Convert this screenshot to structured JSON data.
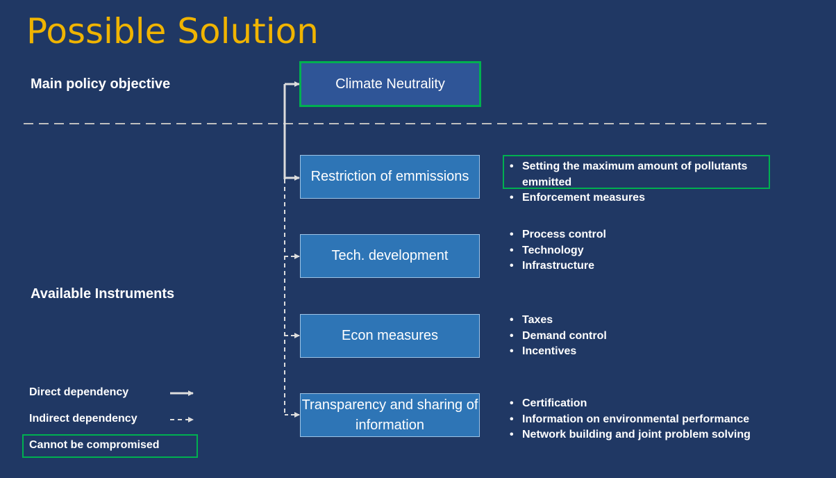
{
  "title": "Possible Solution",
  "sections": {
    "main_policy": "Main policy objective",
    "instruments": "Available Instruments"
  },
  "objective": {
    "label": "Climate Neutrality"
  },
  "instruments": [
    {
      "label": "Restriction of emmissions",
      "bullets": [
        "Setting the maximum amount of pollutants emmitted",
        "Enforcement measures"
      ]
    },
    {
      "label": "Tech. development",
      "bullets": [
        "Process control",
        "Technology",
        "Infrastructure"
      ]
    },
    {
      "label": "Econ measures",
      "bullets": [
        "Taxes",
        "Demand control",
        "Incentives"
      ]
    },
    {
      "label": "Transparency and sharing of information",
      "bullets": [
        "Certification",
        "Information on environmental performance",
        "Network building and joint problem solving"
      ]
    }
  ],
  "legend": {
    "direct": "Direct dependency",
    "indirect": "Indirect dependency",
    "cannot_compromise": "Cannot be compromised"
  },
  "colors": {
    "background": "#203864",
    "title": "#f0b400",
    "box": "#2e75b6",
    "highlight": "#00b050"
  }
}
